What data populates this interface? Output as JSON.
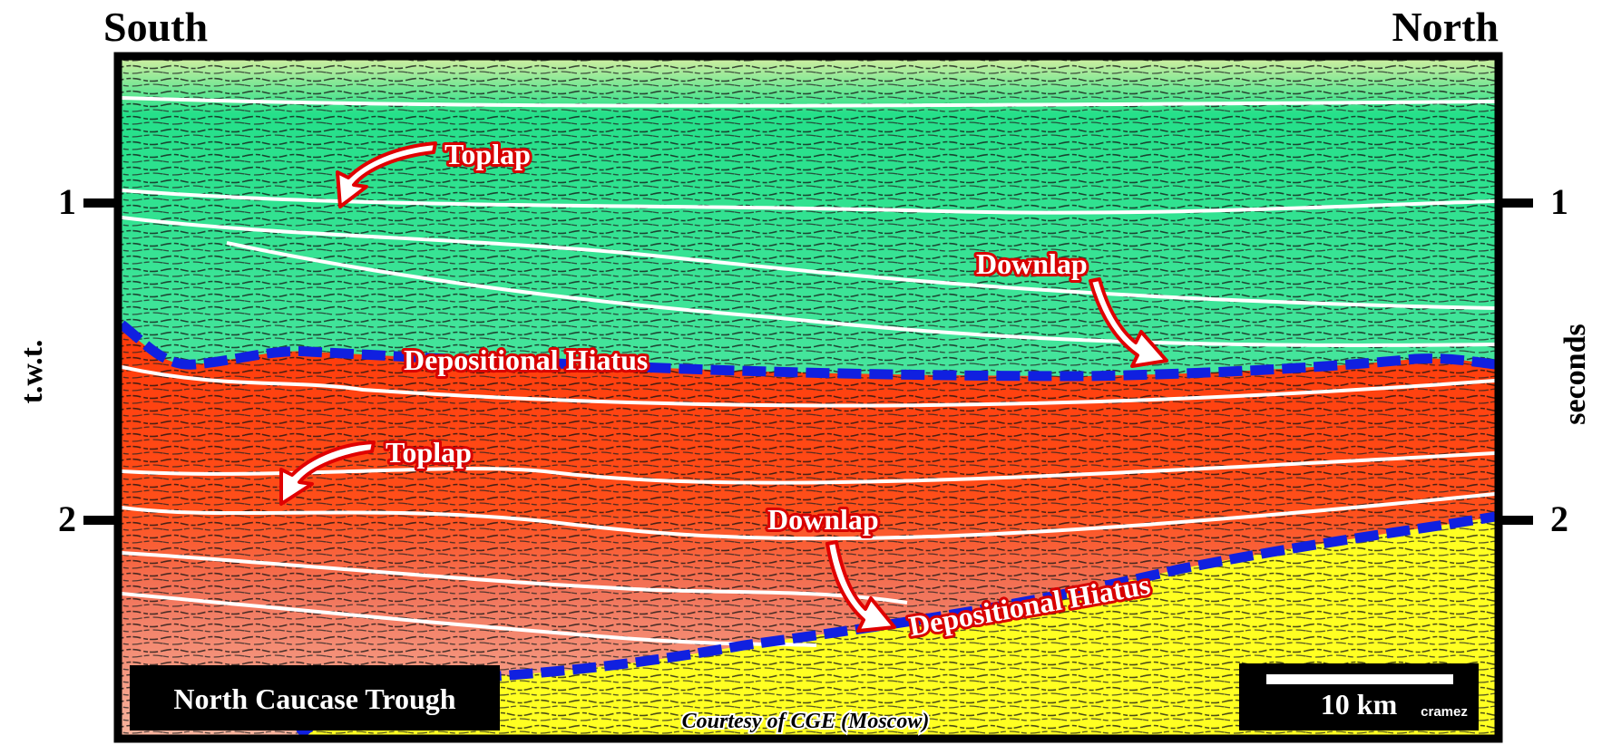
{
  "header": {
    "left": "South",
    "right": "North"
  },
  "axes": {
    "left_label": "t.w.t.",
    "right_label": "seconds",
    "ticks": [
      "1",
      "2"
    ]
  },
  "annotations": {
    "toplap_upper": "Toplap",
    "downlap_upper": "Downlap",
    "hiatus_upper": "Depositional Hiatus",
    "toplap_lower": "Toplap",
    "downlap_lower": "Downlap",
    "hiatus_lower": "Depositional Hiatus"
  },
  "footer": {
    "region_label": "North Caucase Trough",
    "credit": "Courtesy of CGE (Moscow)",
    "scale_label": "10 km",
    "author": "cramez"
  },
  "colors": {
    "upper_unit": "#5fe7a6",
    "middle_unit": "#ff4a14",
    "lower_unit": "#f2a07e",
    "basal_unit": "#ffff2a",
    "hiatus_line": "#1020e0",
    "arrow": "#e00000"
  }
}
